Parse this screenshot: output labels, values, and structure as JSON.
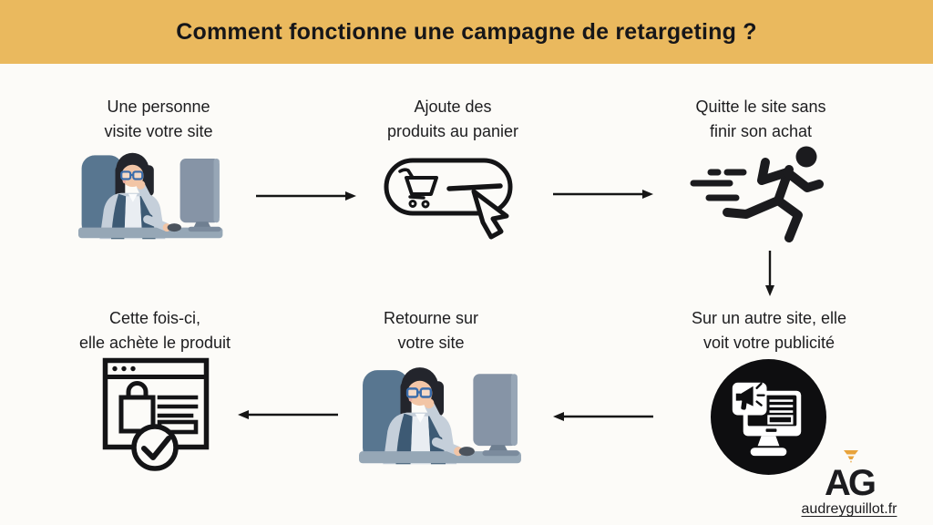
{
  "header": {
    "title": "Comment fonctionne une campagne de retargeting ?",
    "bg_color": "#eab95e"
  },
  "steps": [
    {
      "line1": "Une personne",
      "line2": "visite votre site",
      "icon": "woman-at-computer"
    },
    {
      "line1": "Ajoute des",
      "line2": "produits au panier",
      "icon": "cart-add-click"
    },
    {
      "line1": "Quitte le site sans",
      "line2": "finir son achat",
      "icon": "running-person"
    },
    {
      "line1": "Sur un autre site, elle",
      "line2": "voit votre publicité",
      "icon": "ad-on-screen"
    },
    {
      "line1": "Retourne sur",
      "line2": "votre site",
      "icon": "woman-at-computer"
    },
    {
      "line1": "Cette fois-ci,",
      "line2": "elle achète le produit",
      "icon": "checkout-success"
    }
  ],
  "footer": {
    "logo_text": "AG",
    "website": "audreyguillot.fr"
  },
  "colors": {
    "background": "#fcfbf8",
    "ink": "#161616",
    "logo_accent": "#e8a33b",
    "illustration_vest": "#3d5a74",
    "illustration_chair": "#587690",
    "illustration_desk": "#96a7b6"
  }
}
